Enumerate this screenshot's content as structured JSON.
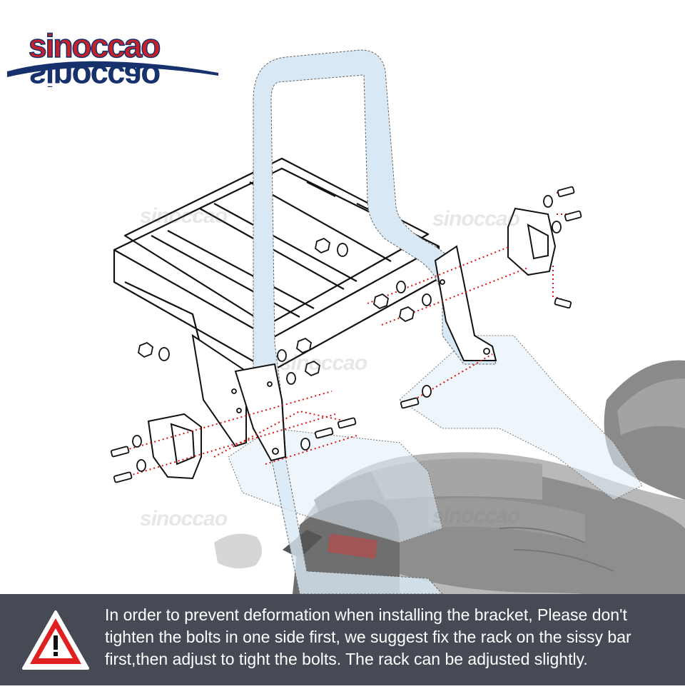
{
  "brand": {
    "name": "sinoccao"
  },
  "watermark": "sinoccao",
  "notice": {
    "icon": "warning-triangle-icon",
    "text": "In order to prevent deformation when installing the bracket, Please don't tighten the bolts in one side first, we suggest fix the rack on the sissy bar first,then adjust to tight the bolts. The rack can be adjusted slightly."
  },
  "colors": {
    "brand_red": "#c8202a",
    "brand_navy": "#16316b",
    "sissy_bar": "#d8e8f5",
    "guide_dots": "#e01010",
    "footer_bg": "#454a54"
  }
}
